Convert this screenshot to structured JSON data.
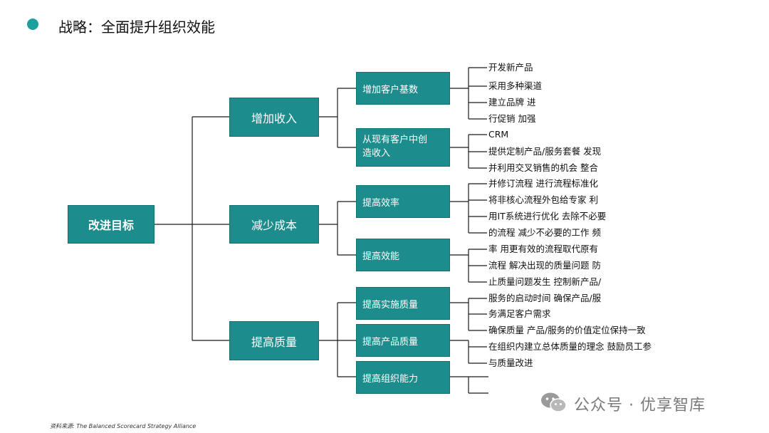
{
  "title": "战略：全面提升组织效能",
  "root": {
    "label": "改进目标"
  },
  "level1": [
    {
      "label": "增加收入"
    },
    {
      "label": "减少成本"
    },
    {
      "label": "提高质量"
    }
  ],
  "level2": [
    {
      "label": "增加客户基数"
    },
    {
      "label": "从现有客户中创造收入",
      "line1": "从现有客户中创",
      "line2": "造收入"
    },
    {
      "label": "提高效率"
    },
    {
      "label": "提高效能"
    },
    {
      "label": "提高实施质量"
    },
    {
      "label": "提高产品质量"
    },
    {
      "label": "提高组织能力"
    }
  ],
  "leaves": [
    "开发新产品",
    "采用多种渠道",
    "建立品牌 进",
    "行促销 加强",
    "CRM",
    "提供定制产品/服务套餐 发现",
    "并利用交叉销售的机会 整合",
    "并修订流程 进行流程标准化",
    "将非核心流程外包给专家 利",
    "用IT系统进行优化 去除不必要",
    "的流程 减少不必要的工作 频",
    "率 用更有效的流程取代原有",
    "流程 解决出现的质量问题 防",
    "止质量问题发生 控制新产品/",
    "服务的启动时间 确保产品/服",
    "务满足客户需求",
    "确保质量 产品/服务的价值定位保持一致",
    "在组织内建立总体质量的理念 鼓励员工参",
    "与质量改进"
  ],
  "watermark": "公众号 · 优享智库",
  "source": "资料来源: The Balanced Scorecard Strategy Alliance",
  "colors": {
    "box": "#1c8c8c",
    "dot": "#1aa19c",
    "line": "#1a1a1a"
  }
}
